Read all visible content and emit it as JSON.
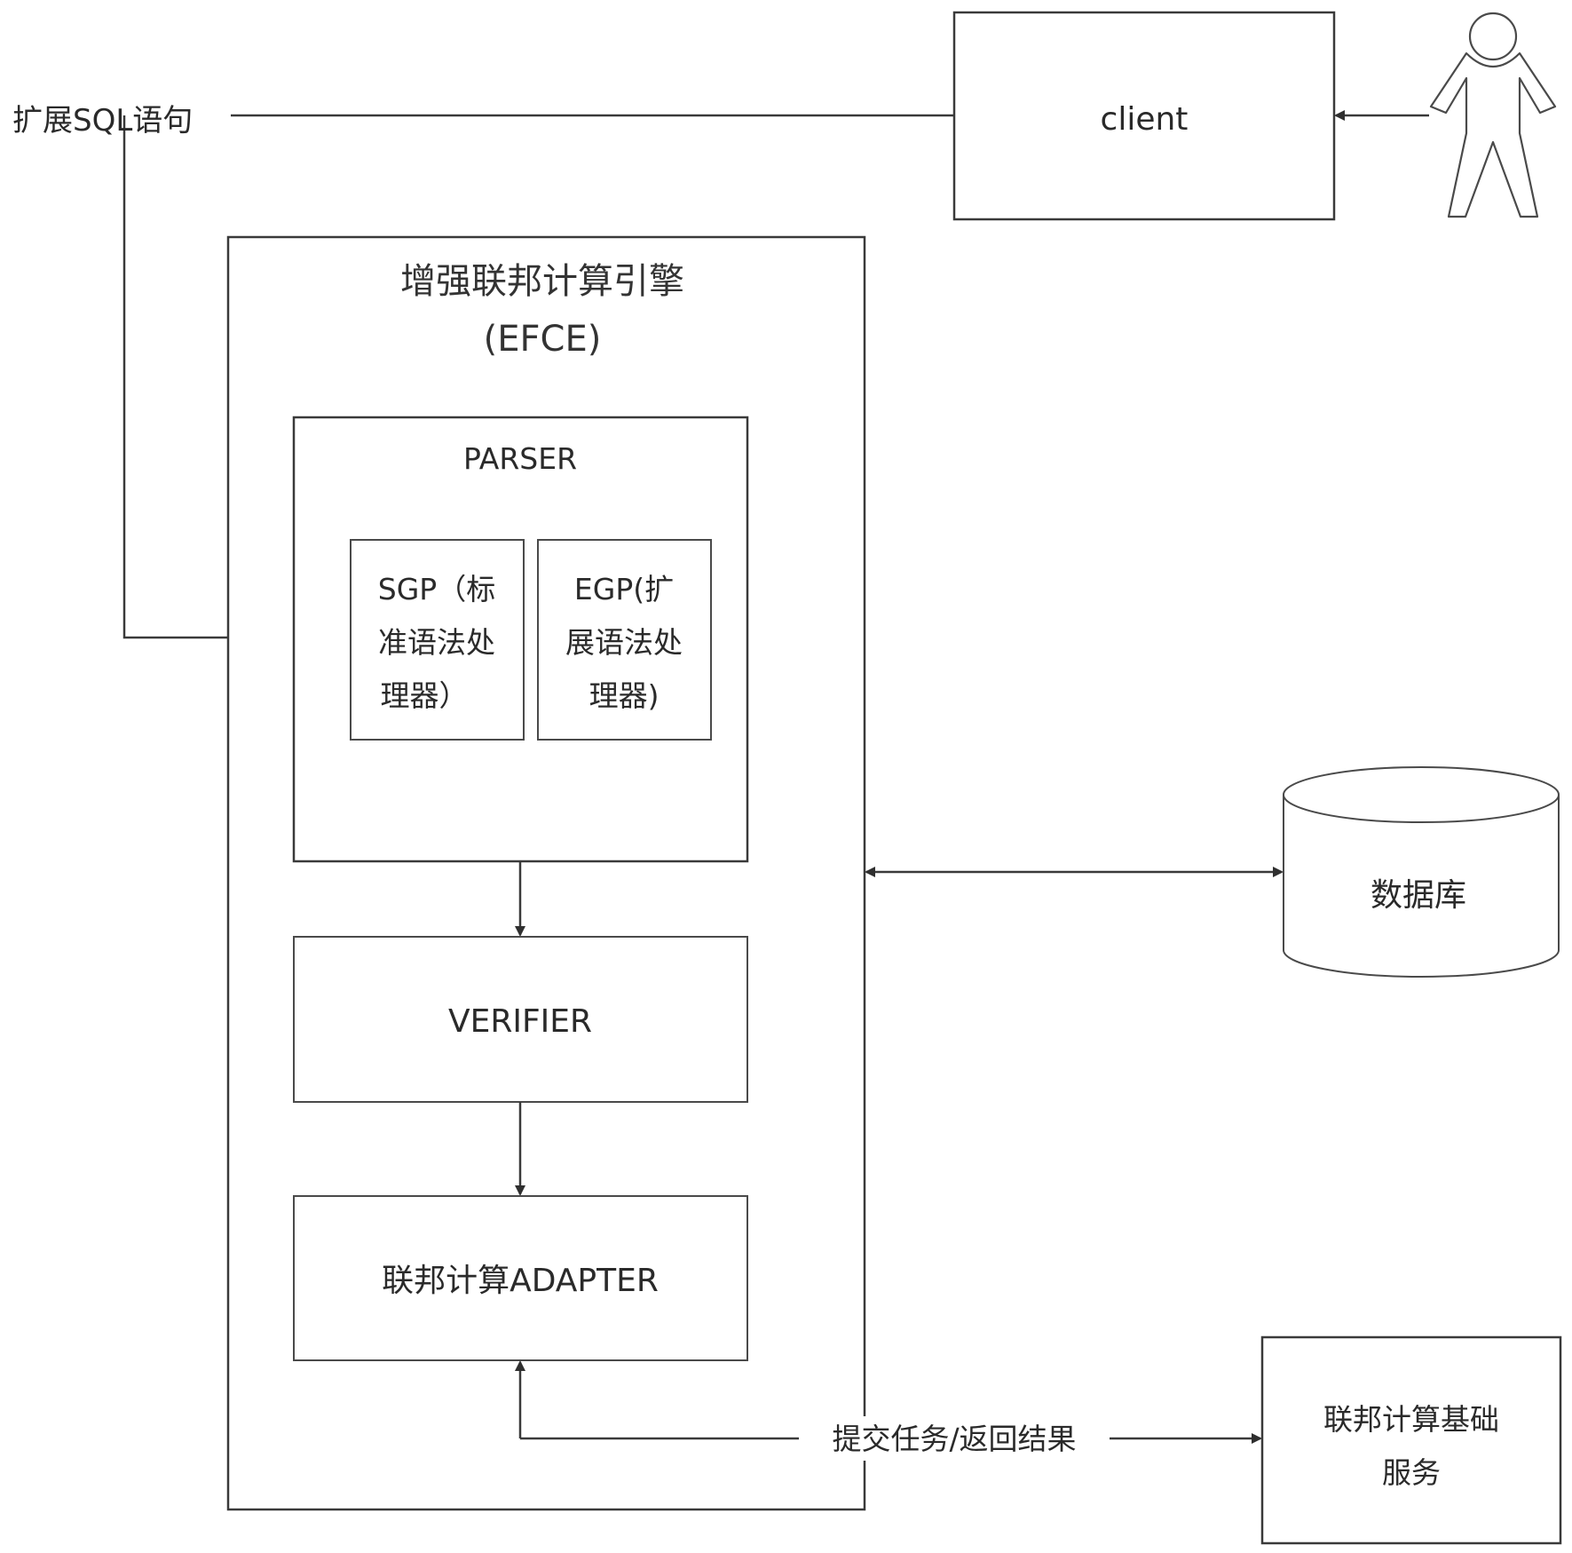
{
  "diagram": {
    "input_label": "扩展SQL语句",
    "client": {
      "label": "client"
    },
    "user": {
      "icon": "user-figure-icon"
    },
    "engine": {
      "title_line1": "增强联邦计算引擎",
      "title_line2": "(EFCE)",
      "parser": {
        "label": "PARSER",
        "sgp": {
          "line1": "SGP（标",
          "line2": "准语法处",
          "line3": "理器）"
        },
        "egp": {
          "line1": "EGP(扩",
          "line2": "展语法处",
          "line3": "理器)"
        }
      },
      "verifier": {
        "label": "VERIFIER"
      },
      "adapter": {
        "label": "联邦计算ADAPTER"
      }
    },
    "database": {
      "label": "数据库"
    },
    "fl_service": {
      "line1": "联邦计算基础",
      "line2": "服务"
    },
    "task_edge_label": "提交任务/返回结果"
  }
}
